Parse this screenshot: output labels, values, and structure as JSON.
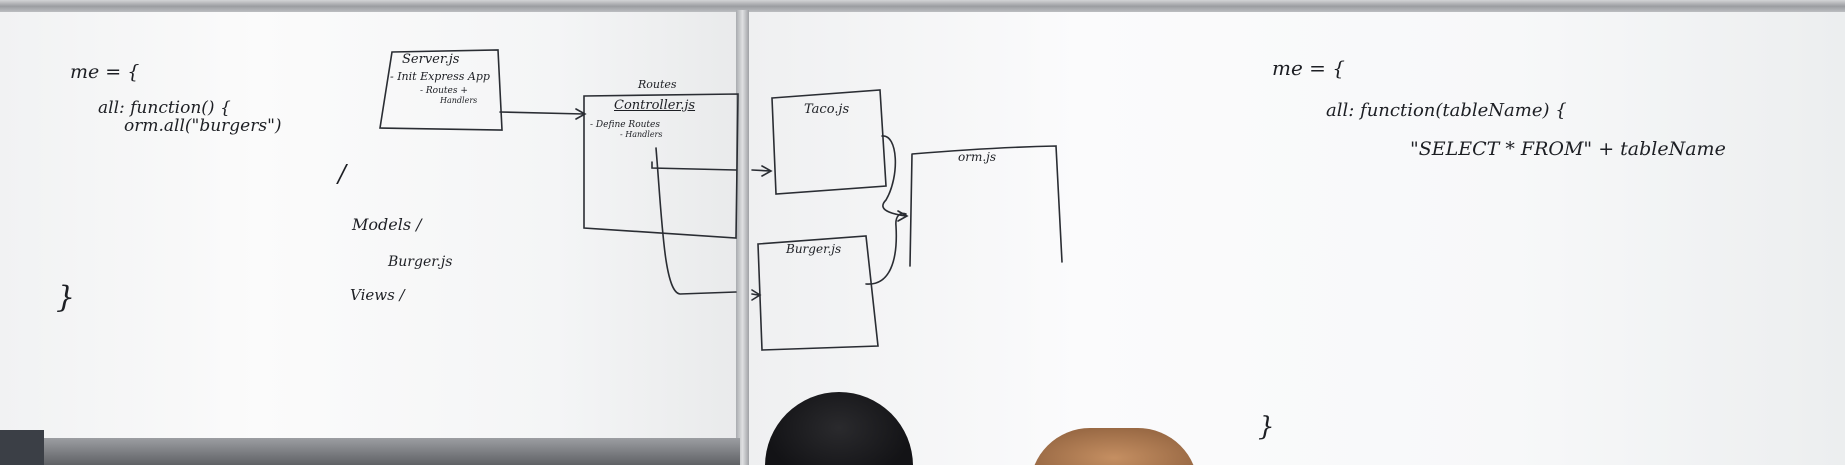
{
  "left_board": {
    "code_lines": [
      "me = {",
      "all: function() {",
      "orm.all(\"burgers\")",
      "}"
    ],
    "server_box": {
      "title": "Server.js",
      "lines": [
        "- Init Express App",
        "- Routes +",
        "Handlers"
      ]
    },
    "routes_label": "Routes",
    "controller_box": {
      "title": "Controller.js",
      "lines": [
        "- Define Routes",
        "- Handlers"
      ]
    },
    "slash": "/",
    "models_label": "Models /",
    "burger_file": "Burger.js",
    "views_label": "Views /"
  },
  "right_board": {
    "taco_box": "Taco.js",
    "burger_box": "Burger.js",
    "orm_box": "orm.js",
    "code_lines": [
      "me = {",
      "all: function(tableName) {",
      "\"SELECT * FROM\" + tableName",
      "}"
    ]
  }
}
